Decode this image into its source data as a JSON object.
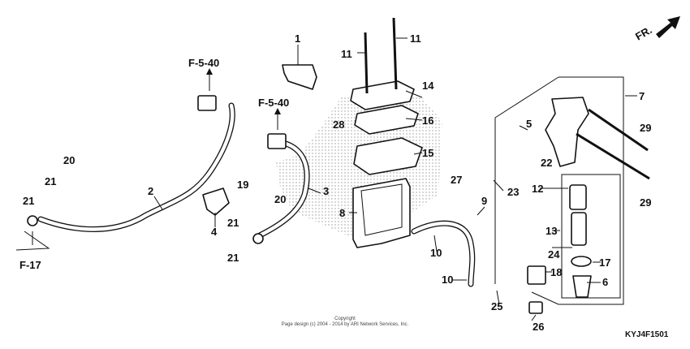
{
  "diagram": {
    "callouts": [
      "1",
      "2",
      "3",
      "4",
      "5",
      "6",
      "7",
      "8",
      "9",
      "10",
      "10",
      "11",
      "11",
      "12",
      "13",
      "14",
      "15",
      "16",
      "17",
      "18",
      "19",
      "20",
      "20",
      "21",
      "21",
      "21",
      "21",
      "22",
      "23",
      "24",
      "25",
      "26",
      "27",
      "28",
      "29",
      "29"
    ],
    "references": [
      "F-5-40",
      "F-5-40",
      "F-17"
    ],
    "direction_label": "FR.",
    "copyright_title": "Copyright",
    "copyright_text": "Page design (c) 2004 - 2014 by ARI Network Services, Inc.",
    "diagram_code": "KYJ4F1501"
  }
}
